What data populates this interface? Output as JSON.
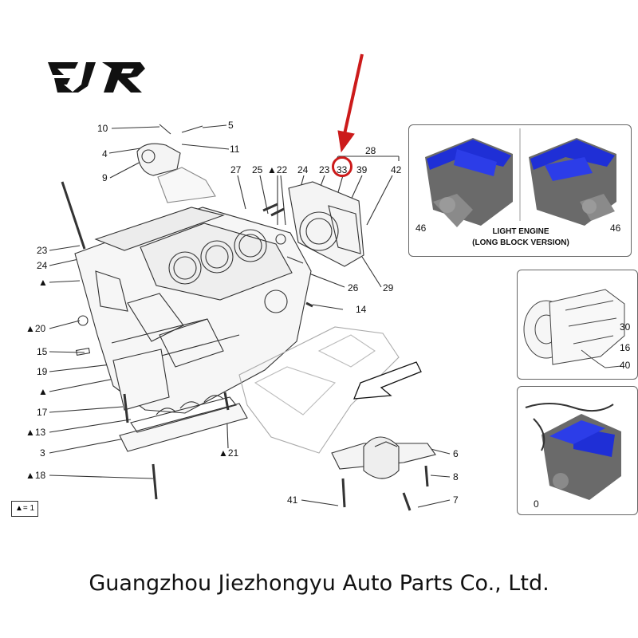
{
  "brand": {
    "logo_text": "EJR"
  },
  "labels": {
    "l10": "10",
    "l5": "5",
    "l4": "4",
    "l11": "11",
    "l9": "9",
    "l27": "27",
    "l25": "25",
    "l22": "▲22",
    "l24a": "24",
    "l23a": "23",
    "l33": "33",
    "l39": "39",
    "l28": "28",
    "l42": "42",
    "l23b": "23",
    "l24b": "24",
    "ltri": "▲",
    "l26": "26",
    "l29": "29",
    "l14": "14",
    "l20": "▲20",
    "l15": "15",
    "l19": "19",
    "ltri2": "▲",
    "l17": "17",
    "l13": "▲13",
    "l3": "3",
    "l21": "▲21",
    "l18": "▲18",
    "l6": "6",
    "l8": "8",
    "l41": "41",
    "l7": "7"
  },
  "panels": {
    "engine_panel": {
      "label_left": "46",
      "label_right": "46",
      "caption_line1": "LIGHT ENGINE",
      "caption_line2": "(LONG BLOCK VERSION)"
    },
    "transmission_panel": {
      "l30": "30",
      "l16": "16",
      "l40": "40"
    },
    "wiring_panel": {
      "l0": "0"
    }
  },
  "legend": {
    "text": "▲= 1"
  },
  "footer": {
    "company": "Guangzhou Jiezhongyu Auto Parts Co., Ltd."
  },
  "colors": {
    "highlight": "#cc1b1b",
    "engine_blue": "#1f2fd6",
    "line": "#333333"
  }
}
